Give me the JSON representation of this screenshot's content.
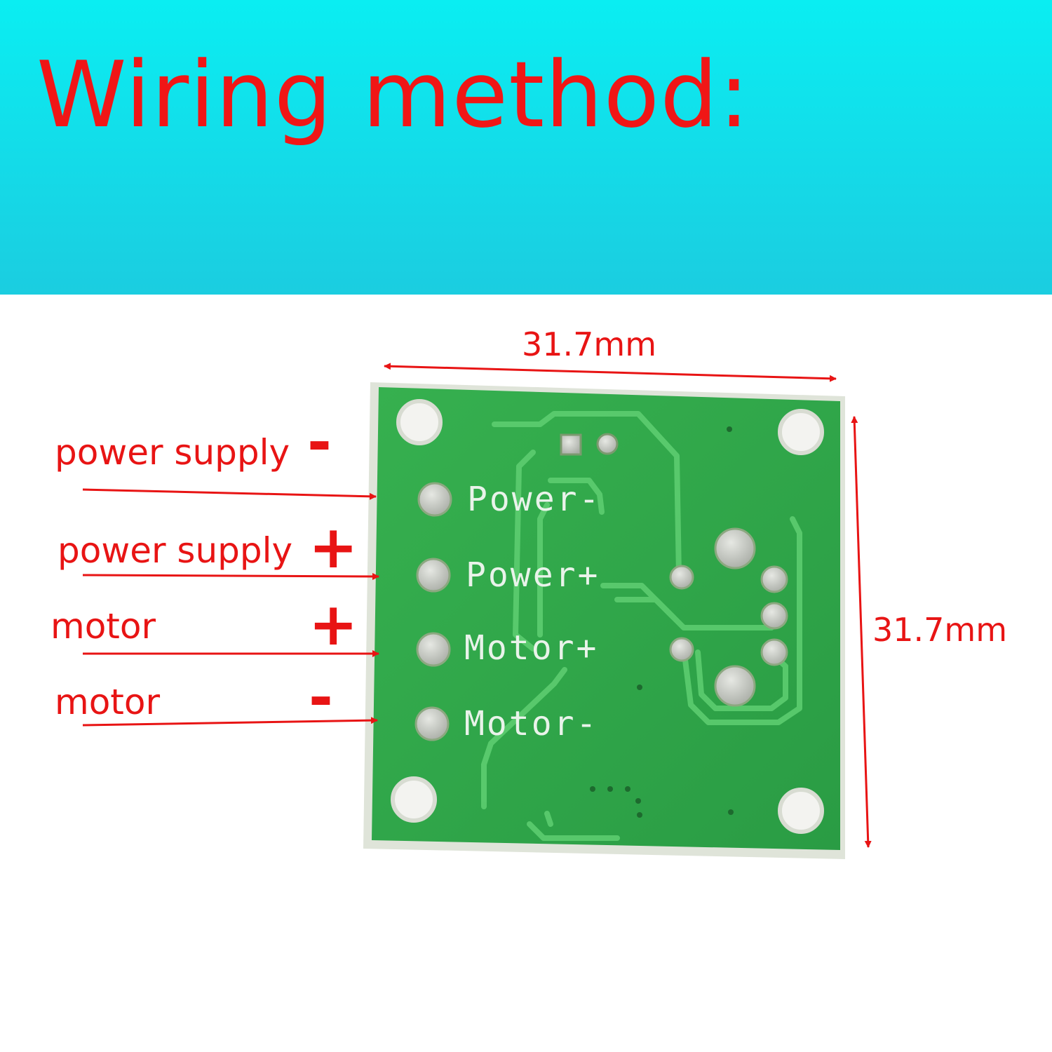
{
  "header": {
    "title": "Wiring method:"
  },
  "dimensions": {
    "width_label": "31.7mm",
    "height_label": "31.7mm"
  },
  "board": {
    "silkscreen": [
      "Power-",
      "Power+",
      "Motor+",
      "Motor-"
    ]
  },
  "callouts": [
    {
      "text": "power supply",
      "sign": "-"
    },
    {
      "text": "power supply",
      "sign": "+"
    },
    {
      "text": "motor",
      "sign": "+"
    },
    {
      "text": "motor",
      "sign": "-"
    }
  ],
  "colors": {
    "banner": "#0aeef2",
    "annotation": "#e81414",
    "pcb": "#2fa84a",
    "pcb_edge": "#eef2e8",
    "pad": "#c9ccc6"
  }
}
